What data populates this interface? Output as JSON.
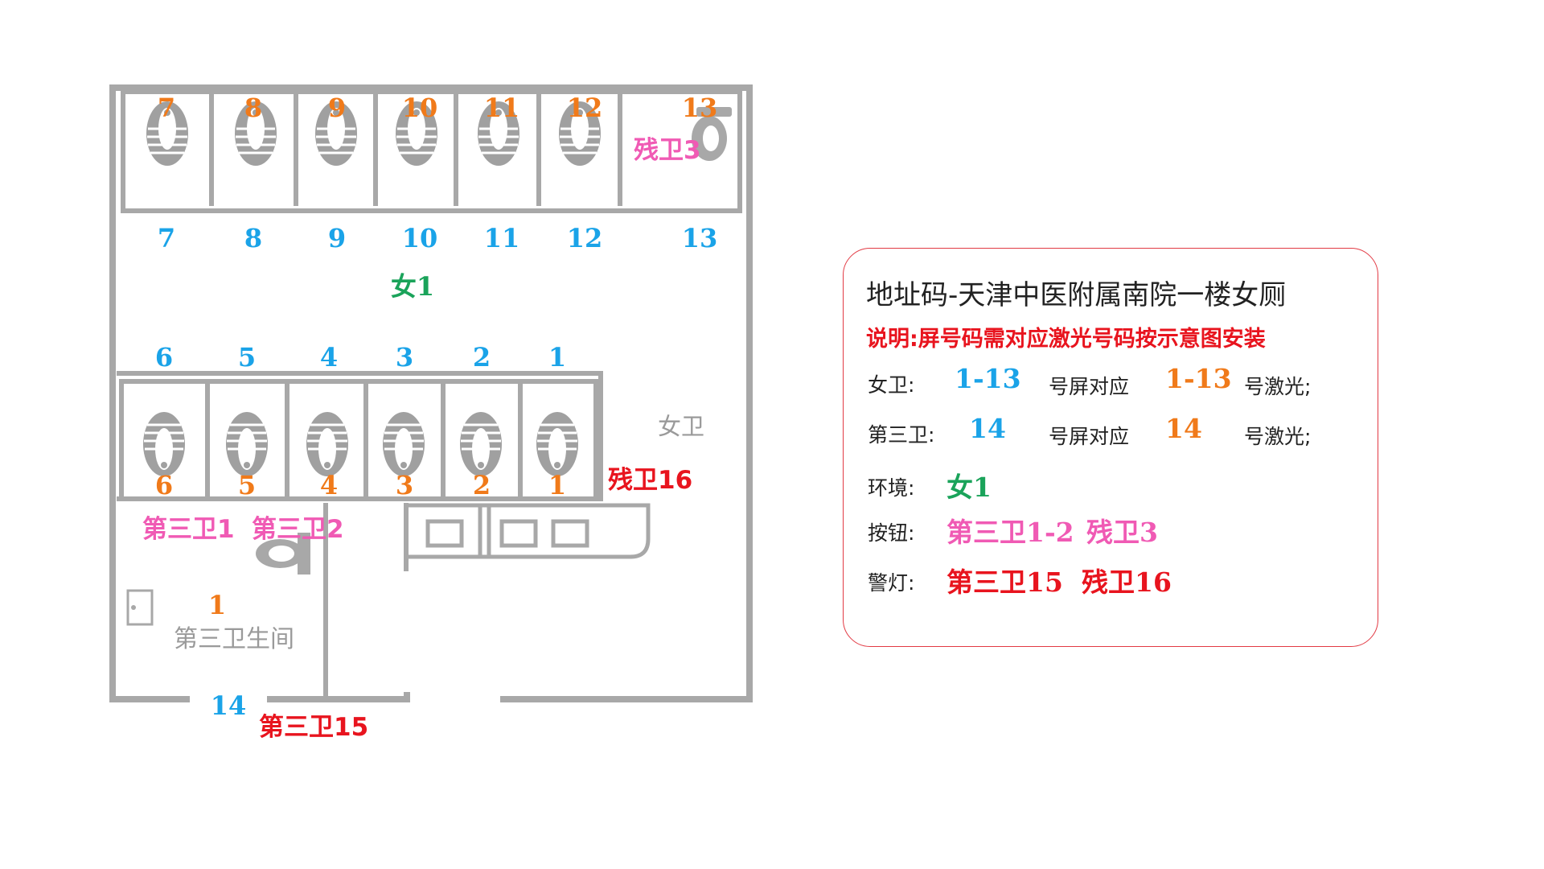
{
  "title": "地址码-天津中医附属南院一楼女厕",
  "note": "说明:屏号码需对应激光号码按示意图安装",
  "colors": {
    "screen": "#1aa3e8",
    "laser": "#f07a1a",
    "environment": "#1aa35a",
    "button": "#f05ab4",
    "alarm": "#e8141e",
    "wall": "#a8a8a8"
  },
  "plan": {
    "top_stalls": [
      {
        "laser": "7",
        "screen": "7"
      },
      {
        "laser": "8",
        "screen": "8"
      },
      {
        "laser": "9",
        "screen": "9"
      },
      {
        "laser": "10",
        "screen": "10"
      },
      {
        "laser": "11",
        "screen": "11"
      },
      {
        "laser": "12",
        "screen": "12"
      },
      {
        "laser": "13",
        "screen": "13"
      }
    ],
    "top_button": "残卫3",
    "env_label": "女1",
    "bottom_stalls": [
      {
        "screen": "6",
        "laser": "6"
      },
      {
        "screen": "5",
        "laser": "5"
      },
      {
        "screen": "4",
        "laser": "4"
      },
      {
        "screen": "3",
        "laser": "3"
      },
      {
        "screen": "2",
        "laser": "2"
      },
      {
        "screen": "1",
        "laser": "1"
      }
    ],
    "area_label": "女卫",
    "alarm_disabled": "残卫16",
    "button_third_1": "第三卫1",
    "button_third_2": "第三卫2",
    "third_laser": "1",
    "third_room_label": "第三卫生间",
    "third_screen": "14",
    "alarm_third": "第三卫15"
  },
  "legend": {
    "row1": {
      "label": "女卫:",
      "screen": "1-13",
      "mid": "号屏对应",
      "laser": "1-13",
      "tail": "号激光;"
    },
    "row2": {
      "label": "第三卫:",
      "screen": "14",
      "mid": "号屏对应",
      "laser": "14",
      "tail": "号激光;"
    },
    "row3": {
      "label": "环境:",
      "value": "女1"
    },
    "row4": {
      "label": "按钮:",
      "value1": "第三卫1-2",
      "value2": "残卫3"
    },
    "row5": {
      "label": "警灯:",
      "value1": "第三卫15",
      "value2": "残卫16"
    }
  }
}
